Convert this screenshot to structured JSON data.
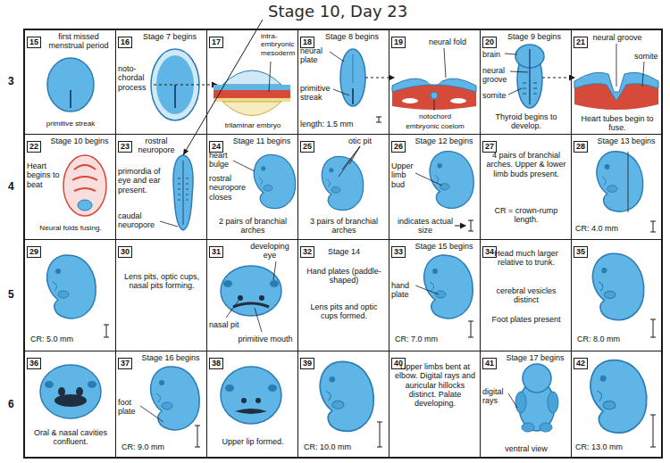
{
  "diagram": {
    "title": "Stage 10, Day 23",
    "nodes": [
      {
        "text": [
          "15",
          "first missed menstrual period",
          "primitive streak"
        ]
      },
      {
        "text": [
          "16",
          "Stage 7 begins",
          "noto- chordal process"
        ]
      },
      {
        "text": [
          "17",
          "intra- embryonic mesoderm",
          "trilaminar embryo"
        ]
      },
      {
        "text": [
          "18",
          "Stage 8 begins",
          "neural plate",
          "primitive streak",
          "length: 1.5 mm"
        ]
      },
      {
        "text": [
          "19",
          "neural fold",
          "notochord",
          "embryonic coelom"
        ]
      },
      {
        "text": [
          "20",
          "Stage 9 begins",
          "brain",
          "neural groove",
          "somite",
          "Thyroid begins to develop."
        ]
      },
      {
        "text": [
          "21",
          "neural groove",
          "somite",
          "Heart tubes begin to fuse."
        ]
      },
      {
        "text": [
          "22",
          "Stage 10 begins",
          "Heart begins to beat",
          "Neural folds fusing."
        ]
      },
      {
        "text": [
          "23",
          "rostral neuropore",
          "primordia of eye and ear present.",
          "caudal neuropore"
        ]
      },
      {
        "text": [
          "24",
          "Stage 11 begins",
          "heart bulge",
          "rostral neuropore closes",
          "2 pairs of branchial arches"
        ]
      },
      {
        "text": [
          "25",
          "otic pit",
          "3 pairs of branchial arches"
        ]
      },
      {
        "text": [
          "26",
          "Stage 12 begins",
          "Upper limb bud",
          "indicates actual size"
        ]
      },
      {
        "text": [
          "27",
          "4 pairs of branchial arches. Upper & lower limb buds present.",
          "CR = crown-rump length."
        ]
      },
      {
        "text": [
          "28",
          "Stage 13 begins",
          "CR: 4.0 mm"
        ]
      },
      {
        "text": [
          "29",
          "CR: 5.0 mm"
        ]
      },
      {
        "text": [
          "30",
          "Lens pits, optic cups, nasal pits forming."
        ]
      },
      {
        "text": [
          "31",
          "developing eye",
          "nasal pit",
          "primitive mouth"
        ]
      },
      {
        "text": [
          "32",
          "Stage 14",
          "Hand plates (paddle-shaped)",
          "Lens pits and optic cups formed."
        ]
      },
      {
        "text": [
          "33",
          "Stage 15 begins",
          "hand plate",
          "CR: 7.0 mm"
        ]
      },
      {
        "text": [
          "34",
          "Head much larger relative to trunk.",
          "cerebral vesicles distinct",
          "Foot plates present"
        ]
      },
      {
        "text": [
          "35",
          "CR: 8.0 mm"
        ]
      },
      {
        "text": [
          "36",
          "Oral & nasal cavities confluent."
        ]
      },
      {
        "text": [
          "37",
          "Stage 16 begins",
          "foot plate",
          "CR: 9.0 mm"
        ]
      },
      {
        "text": [
          "38",
          "Upper lip formed."
        ]
      },
      {
        "text": [
          "39",
          "CR: 10.0 mm"
        ]
      },
      {
        "text": [
          "40",
          "Upper limbs bent at elbow. Digital rays and auricular hillocks distinct. Palate developing."
        ]
      },
      {
        "text": [
          "41",
          "Stage 17 begins",
          "digital rays",
          "ventral view"
        ]
      },
      {
        "text": [
          "42",
          "CR: 13.0 mm"
        ]
      }
    ],
    "labels": [
      "3",
      "4",
      "5",
      "6"
    ]
  }
}
